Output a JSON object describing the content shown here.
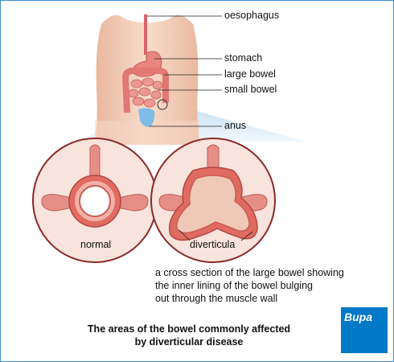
{
  "labels": {
    "oesophagus": "oesophagus",
    "stomach": "stomach",
    "large_bowel": "large bowel",
    "small_bowel": "small bowel",
    "anus": "anus",
    "normal": "normal",
    "diverticula": "diverticula"
  },
  "caption": [
    "a cross section of the large bowel showing",
    "the inner lining of the bowel bulging",
    "out through the muscle wall"
  ],
  "title": [
    "The areas of the bowel commonly affected",
    "by diverticular disease"
  ],
  "logo": {
    "text": "Bupa",
    "color": "#0079c8"
  },
  "colors": {
    "border": "#3a8fd1",
    "skin": "#f5d3be",
    "organ": "#e8857d",
    "muscle": "#d4514f",
    "anus_blue": "#7fbde6",
    "cone_blue": "#cfe6f6",
    "circle_border": "#8b2a2a"
  }
}
